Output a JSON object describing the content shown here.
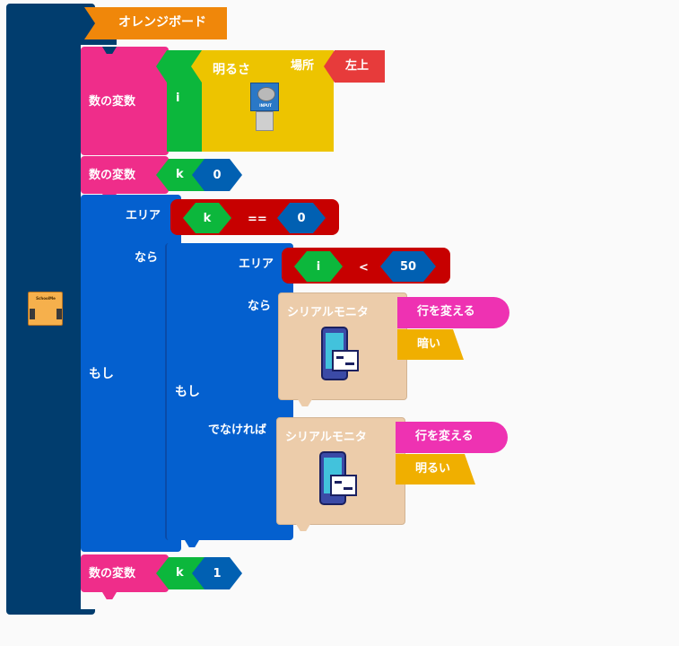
{
  "board": {
    "label": "オレンジボード",
    "icon_text": "SchoolMe"
  },
  "blocks": {
    "var_i": {
      "label": "数の変数",
      "name": "i",
      "sensor": {
        "label": "明るさ",
        "place_label": "場所",
        "place_value": "左上",
        "icon_text": "INPUT"
      }
    },
    "var_k0": {
      "label": "数の変数",
      "name": "k",
      "value": "0"
    },
    "if_outer": {
      "if_label": "もし",
      "area_label": "エリア",
      "then_label": "なら",
      "cond": {
        "left": "k",
        "op": "==",
        "right": "0"
      }
    },
    "if_inner": {
      "if_label": "もし",
      "area_label": "エリア",
      "then_label": "なら",
      "else_label": "でなければ",
      "cond": {
        "left": "i",
        "op": "<",
        "right": "50"
      }
    },
    "serial1": {
      "label": "シリアルモニタ",
      "newline": "行を変える",
      "text": "暗い"
    },
    "serial2": {
      "label": "シリアルモニタ",
      "newline": "行を変える",
      "text": "明るい"
    },
    "var_k1": {
      "label": "数の変数",
      "name": "k",
      "value": "1"
    }
  },
  "colors": {
    "board": "#013d6e",
    "board_tab": "#f0870a",
    "variable": "#ef2d8a",
    "var_name": "#0cb73c",
    "number": "#0160b2",
    "control": "#0460cf",
    "compare": "#c70000",
    "sensor": "#edc400",
    "place": "#e73b3b",
    "serial": "#ecccaa",
    "newline": "#ee32b2",
    "text": "#f0af00"
  }
}
